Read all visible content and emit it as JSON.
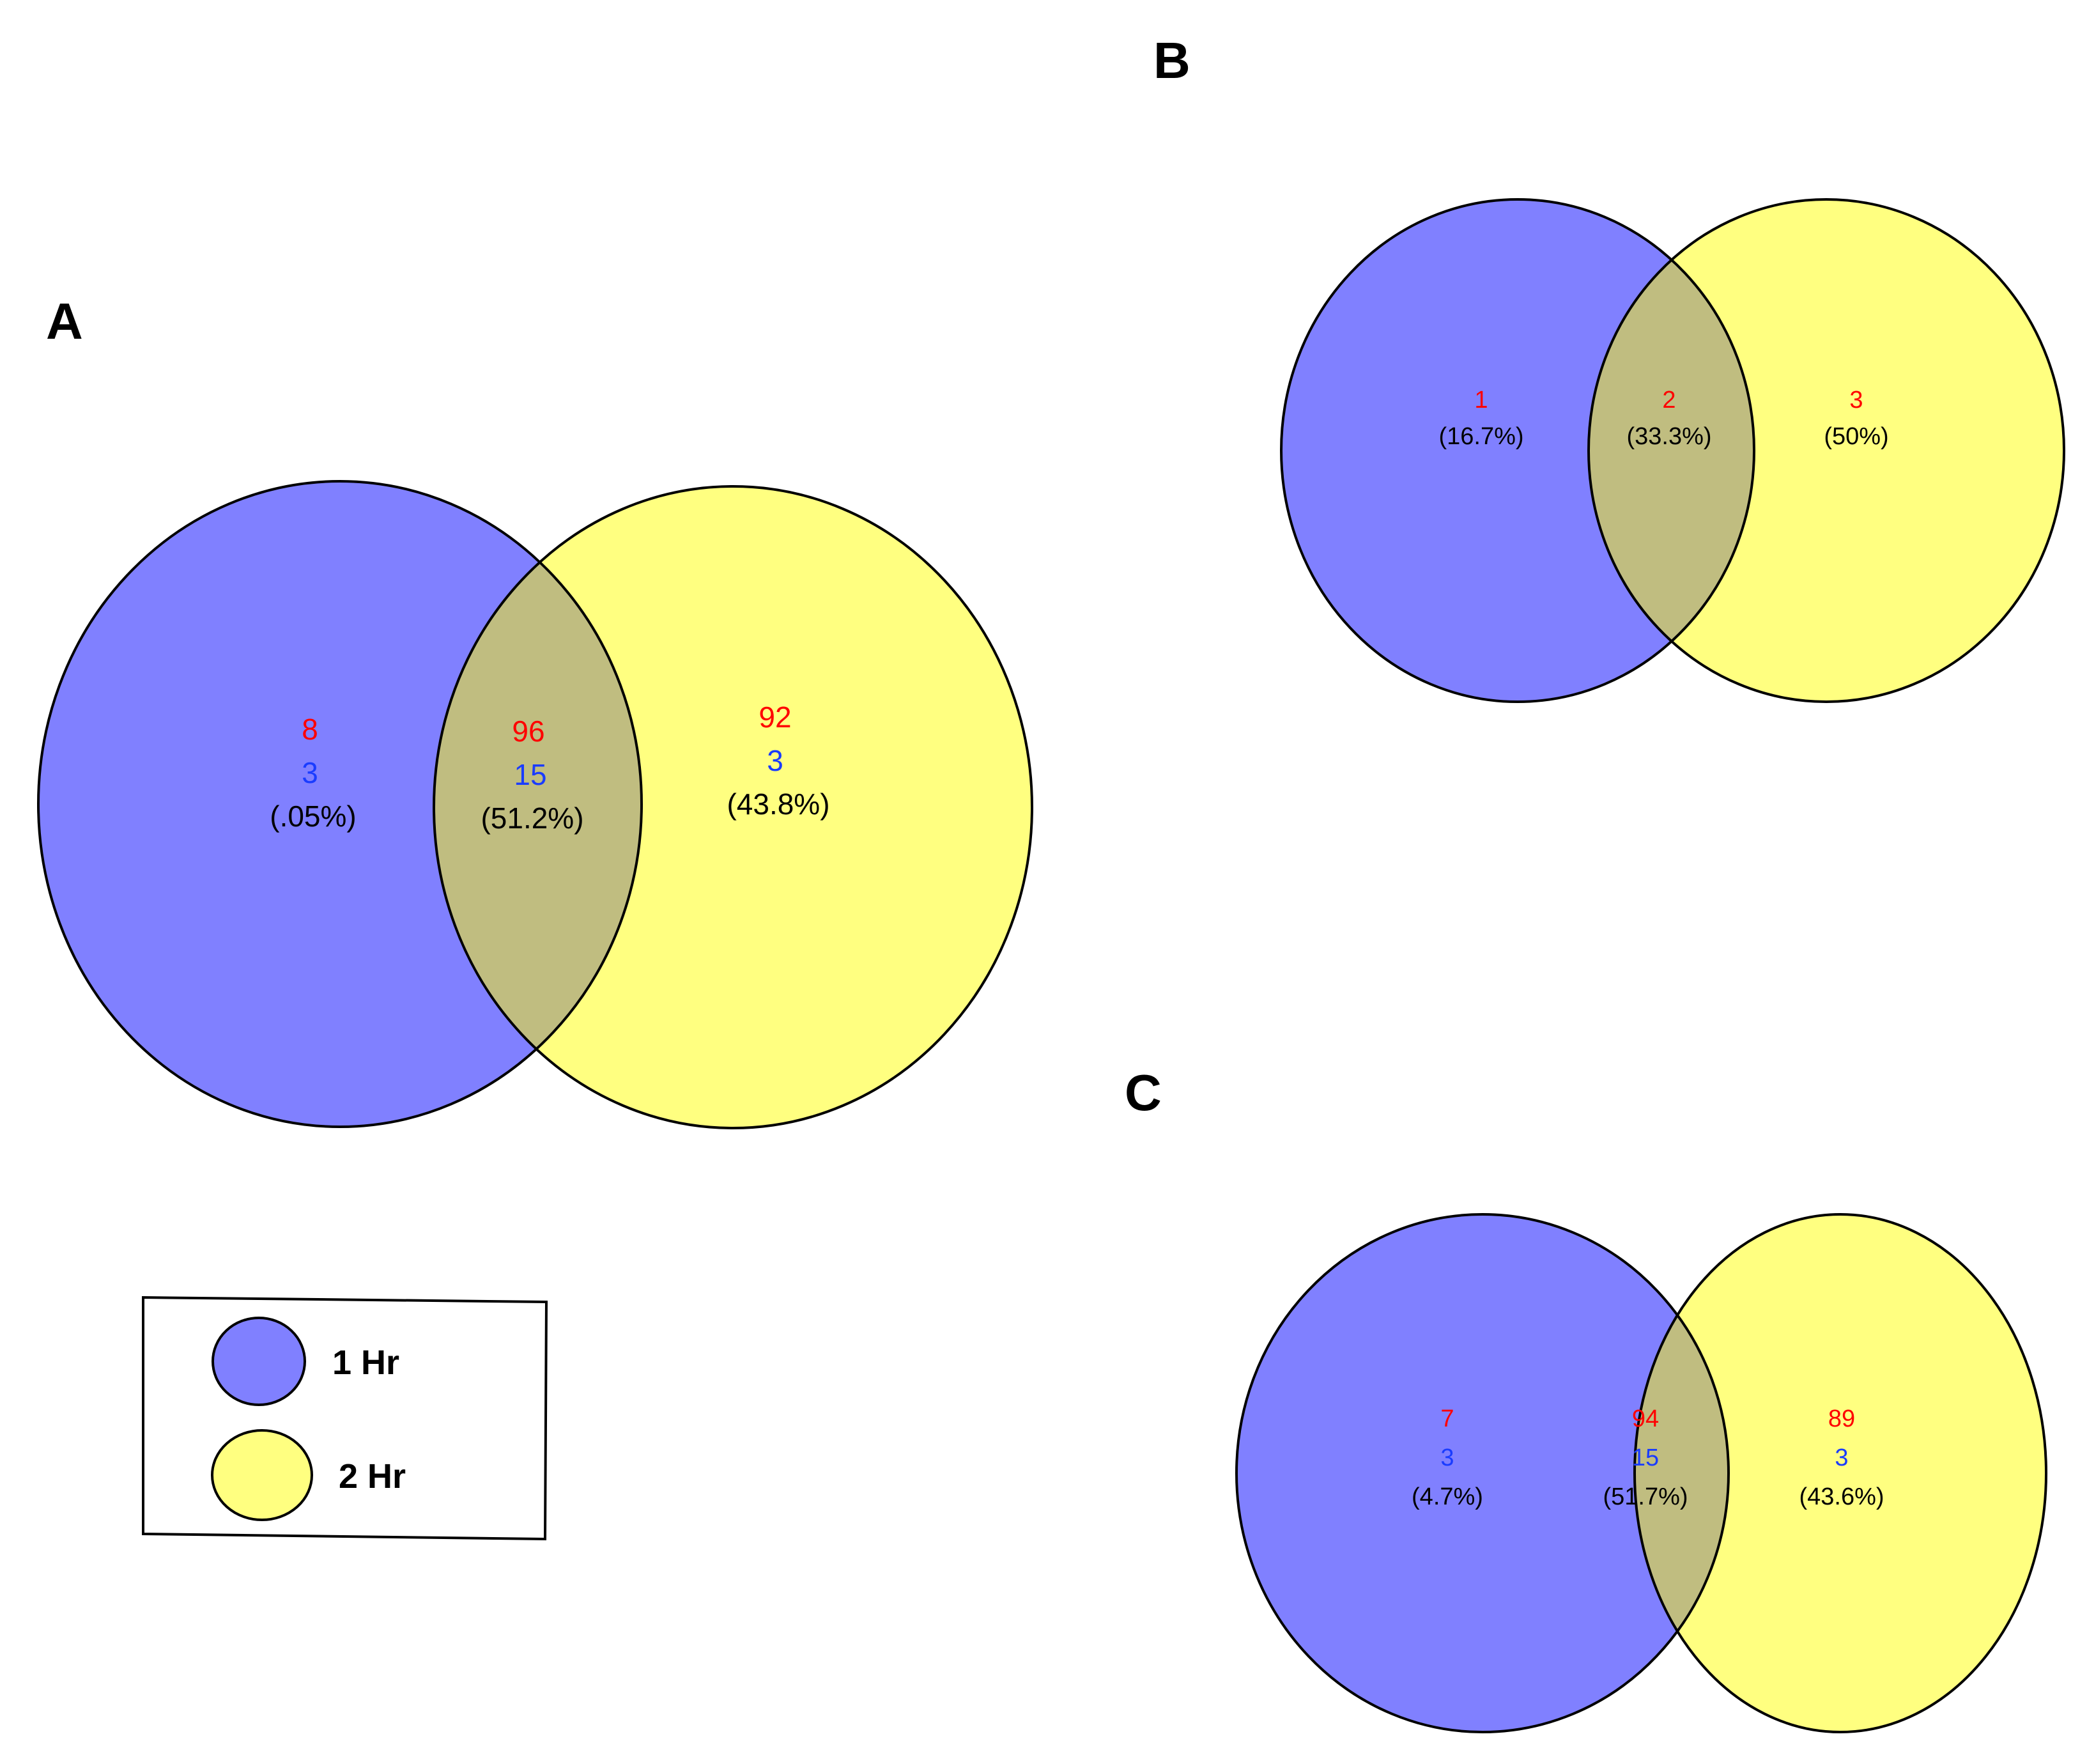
{
  "colors": {
    "circle_1hr": "#8080ff",
    "circle_2hr": "#ffff80",
    "overlap": "#c0bd80",
    "count_red": "#ff0000",
    "count_blue": "#1a3cff",
    "percent": "#000000",
    "outline": "#000000"
  },
  "legend": {
    "items": [
      {
        "label": "1 Hr",
        "color": "#8080ff"
      },
      {
        "label": "2 Hr",
        "color": "#ffff80"
      }
    ]
  },
  "panels": {
    "A": {
      "label": "A",
      "left": {
        "red": "8",
        "blue": "3",
        "percent": "(.05%)"
      },
      "overlap": {
        "red": "96",
        "blue": "15",
        "percent": "(51.2%)"
      },
      "right": {
        "red": "92",
        "blue": "3",
        "percent": "(43.8%)"
      }
    },
    "B": {
      "label": "B",
      "left": {
        "red": "1",
        "percent": "(16.7%)"
      },
      "overlap": {
        "red": "2",
        "percent": "(33.3%)"
      },
      "right": {
        "red": "3",
        "percent": "(50%)"
      }
    },
    "C": {
      "label": "C",
      "left": {
        "red": "7",
        "blue": "3",
        "percent": "(4.7%)"
      },
      "overlap": {
        "red": "94",
        "blue": "15",
        "percent": "(51.7%)"
      },
      "right": {
        "red": "89",
        "blue": "3",
        "percent": "(43.6%)"
      }
    }
  }
}
